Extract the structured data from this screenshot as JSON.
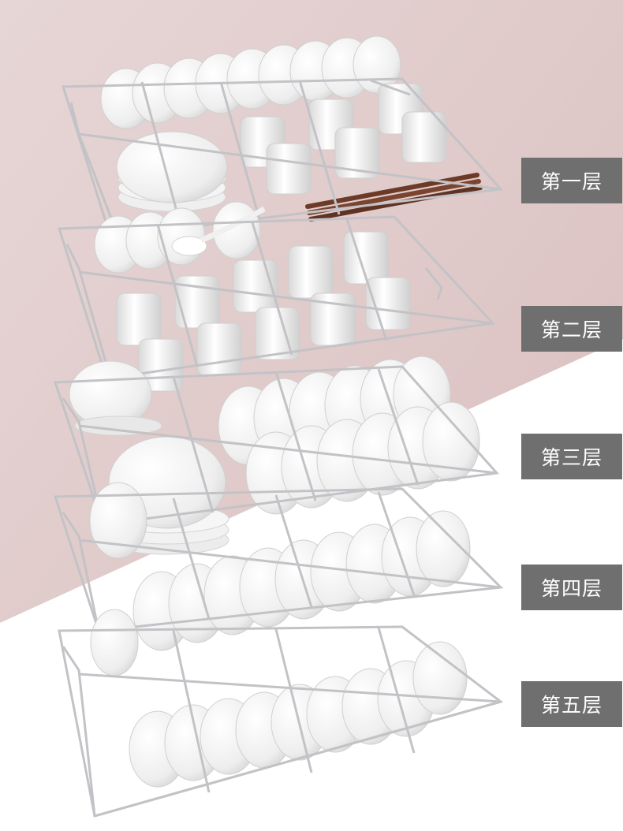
{
  "tier_labels": [
    {
      "text": "第一层"
    },
    {
      "text": "第二层"
    },
    {
      "text": "第三层"
    },
    {
      "text": "第四层"
    },
    {
      "text": "第五层"
    }
  ],
  "colors": {
    "background_pink": "#e8d3d3",
    "background_white": "#ffffff",
    "label_bg": "#6f6f6f",
    "label_text": "#ffffff",
    "rack_wire": "#c9c9cc",
    "porcelain": "#f4f4f4",
    "chopsticks": "#6b3b28"
  }
}
